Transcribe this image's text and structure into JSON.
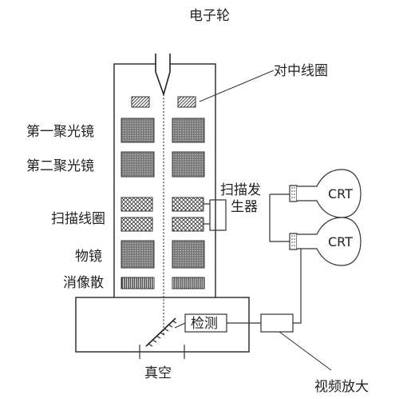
{
  "labels": {
    "electron_gun": "电子轮",
    "centering_coil": "对中线圈",
    "first_condenser": "第一聚光镜",
    "second_condenser": "第二聚光镜",
    "scan_coil": "扫描线圈",
    "objective_lens": "物镜",
    "stigmator": "消像散",
    "scan_generator_line1": "扫描发",
    "scan_generator_line2": "生器",
    "crt_top": "CRT",
    "crt_bottom": "CRT",
    "detector": "检测",
    "vacuum": "真空",
    "video_amplifier": "视频放大"
  }
}
